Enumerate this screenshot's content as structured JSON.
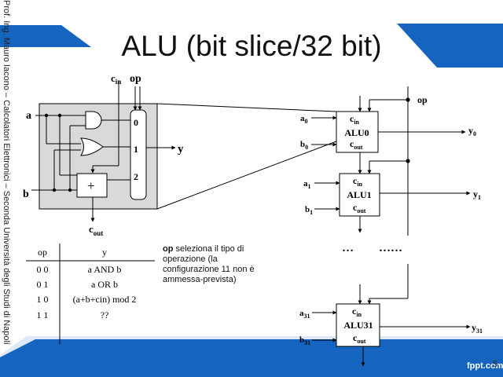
{
  "slide": {
    "title": "ALU (bit slice/32 bit)",
    "side_caption": "Prof. Ing. Mauro Iacono – Calcolatori Elettronici – Seconda Università degli Studi di Napoli",
    "page_number": "5",
    "brand": "fppt.com",
    "accent_color": "#1565c0"
  },
  "detail_circuit": {
    "inputs": {
      "a": "a",
      "b": "b"
    },
    "cin": {
      "base": "c",
      "sub": "in"
    },
    "op": "op",
    "mux_labels": [
      "0",
      "1",
      "2"
    ],
    "output": "y",
    "cout": {
      "base": "c",
      "sub": "out"
    },
    "adder_symbol": "+"
  },
  "op_table": {
    "headers": [
      "op",
      "y"
    ],
    "rows": [
      [
        "0 0",
        "a AND b"
      ],
      [
        "0 1",
        "a OR b"
      ],
      [
        "1 0",
        "(a+b+cin) mod 2"
      ],
      [
        "1 1",
        "??"
      ]
    ]
  },
  "op_note": {
    "bold": "op",
    "text": " seleziona il tipo di operazione (la configurazione 11 non è ammessa-prevista)"
  },
  "chain": {
    "op_label": "op",
    "dots_left": "…",
    "dots_right": "……",
    "slices": [
      {
        "name": "ALU0",
        "a": "a",
        "a_sub": "0",
        "b": "b",
        "b_sub": "0",
        "y": "y",
        "y_sub": "0",
        "cin": "c",
        "cin_sub": "in",
        "cout": "c",
        "cout_sub": "out"
      },
      {
        "name": "ALU1",
        "a": "a",
        "a_sub": "1",
        "b": "b",
        "b_sub": "1",
        "y": "y",
        "y_sub": "1",
        "cin": "c",
        "cin_sub": "in",
        "cout": "c",
        "cout_sub": "out"
      },
      {
        "name": "ALU31",
        "a": "a",
        "a_sub": "31",
        "b": "b",
        "b_sub": "31",
        "y": "y",
        "y_sub": "31",
        "cin": "c",
        "cin_sub": "in",
        "cout": "c",
        "cout_sub": "out"
      }
    ]
  }
}
